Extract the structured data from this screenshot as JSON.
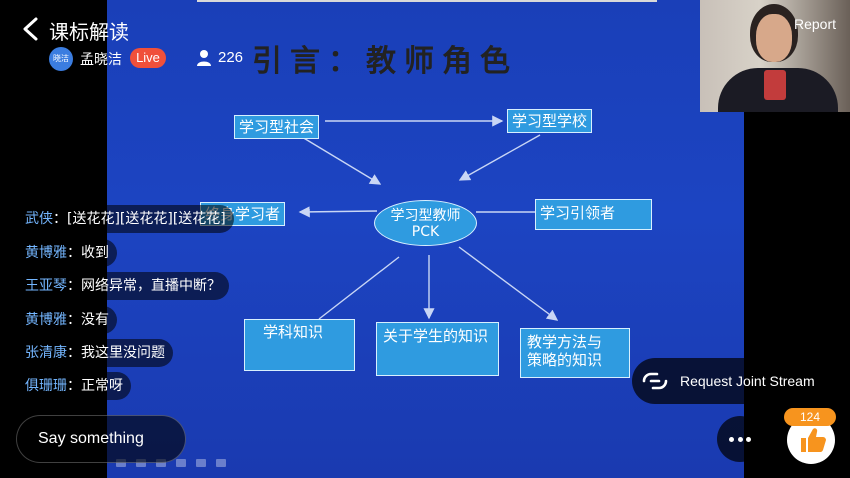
{
  "header": {
    "title": "课标解读",
    "host_avatar_text": "晓洁",
    "host_name": "孟晓洁",
    "live_label": "Live",
    "viewer_count": "226",
    "report_label": "Report"
  },
  "slide": {
    "title": "引言：教师角色",
    "nodes": {
      "learning_society": "学习型社会",
      "learning_school": "学习型学校",
      "lifelong_learner": "终身学习者",
      "learning_teacher_line1": "学习型教师",
      "learning_teacher_line2": "PCK",
      "learning_leader": "学习引领者",
      "subject_knowledge": "学科知识",
      "student_knowledge": "关于学生的知识",
      "teaching_methods_line1": "教学方法与",
      "teaching_methods_line2": "策略的知识"
    }
  },
  "chat": [
    {
      "user": "武侠",
      "msg": "[送花花][送花花][送花花]"
    },
    {
      "user": "黄博雅",
      "msg": "收到"
    },
    {
      "user": "王亚琴",
      "msg": "网络异常，直播中断？"
    },
    {
      "user": "黄博雅",
      "msg": "没有"
    },
    {
      "user": "张清康",
      "msg": "我这里没问题"
    },
    {
      "user": "俱珊珊",
      "msg": "正常呀"
    }
  ],
  "bottom": {
    "say_placeholder": "Say something",
    "joint_stream_label": "Request Joint Stream",
    "like_count": "124"
  },
  "colors": {
    "slide_bg": "#1c44c2",
    "node_fill": "#2f9be0",
    "live_badge": "#f0503a",
    "like_badge": "#f7941e",
    "chat_username": "#74b6ff"
  },
  "icons": [
    "back-arrow-icon",
    "user-icon",
    "joint-stream-icon",
    "more-icon",
    "thumbs-up-icon"
  ]
}
